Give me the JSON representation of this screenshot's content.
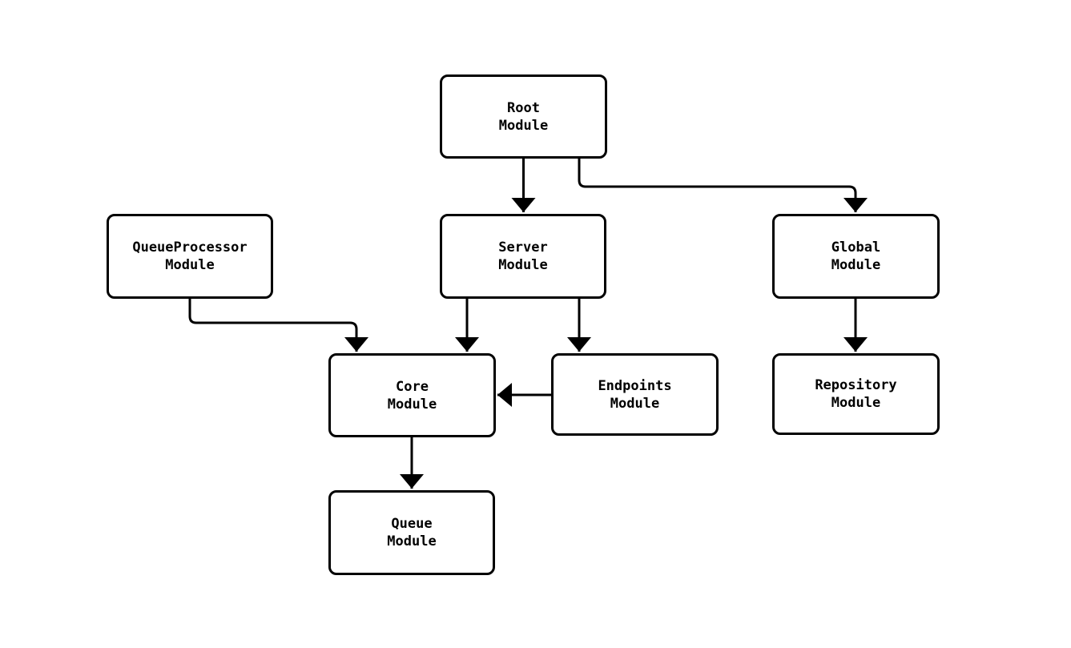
{
  "diagram": {
    "type": "flowchart",
    "colors": {
      "background": "#ffffff",
      "node_fill": "#ffffff",
      "node_border": "#000000",
      "edge": "#000000",
      "text": "#000000"
    },
    "nodes": [
      {
        "id": "root",
        "label": "Root\nModule"
      },
      {
        "id": "server",
        "label": "Server\nModule"
      },
      {
        "id": "global",
        "label": "Global\nModule"
      },
      {
        "id": "queueprocessor",
        "label": "QueueProcessor\nModule"
      },
      {
        "id": "core",
        "label": "Core\nModule"
      },
      {
        "id": "endpoints",
        "label": "Endpoints\nModule"
      },
      {
        "id": "repository",
        "label": "Repository\nModule"
      },
      {
        "id": "queue",
        "label": "Queue\nModule"
      }
    ],
    "edges": [
      {
        "from": "Root Module",
        "to": "Server Module"
      },
      {
        "from": "Root Module",
        "to": "Global Module"
      },
      {
        "from": "QueueProcessor Module",
        "to": "Core Module"
      },
      {
        "from": "Server Module",
        "to": "Core Module"
      },
      {
        "from": "Server Module",
        "to": "Endpoints Module"
      },
      {
        "from": "Endpoints Module",
        "to": "Core Module"
      },
      {
        "from": "Global Module",
        "to": "Repository Module"
      },
      {
        "from": "Core Module",
        "to": "Queue Module"
      }
    ]
  }
}
